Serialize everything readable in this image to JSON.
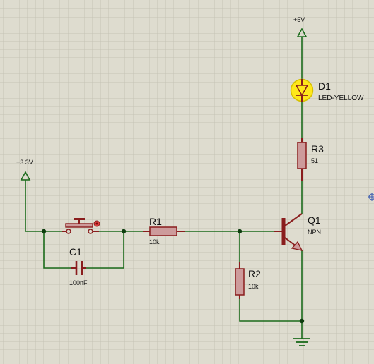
{
  "power": {
    "v5": "+5V",
    "v33": "+3.3V"
  },
  "components": {
    "d1": {
      "ref": "D1",
      "value": "LED-YELLOW"
    },
    "r3": {
      "ref": "R3",
      "value": "51"
    },
    "q1": {
      "ref": "Q1",
      "value": "NPN"
    },
    "r1": {
      "ref": "R1",
      "value": "10k"
    },
    "r2": {
      "ref": "R2",
      "value": "10k"
    },
    "c1": {
      "ref": "C1",
      "value": "100nF"
    }
  },
  "colors": {
    "grid_background": "#dedccf",
    "grid_line": "#c5c3b6",
    "wire": "#1b6b1b",
    "component_outline": "#8a1d1d",
    "component_fill": "#cd9b9b",
    "led_fill": "#ffe81a"
  },
  "icons": {
    "switch": "pushbutton-icon",
    "ground": "ground-icon"
  }
}
